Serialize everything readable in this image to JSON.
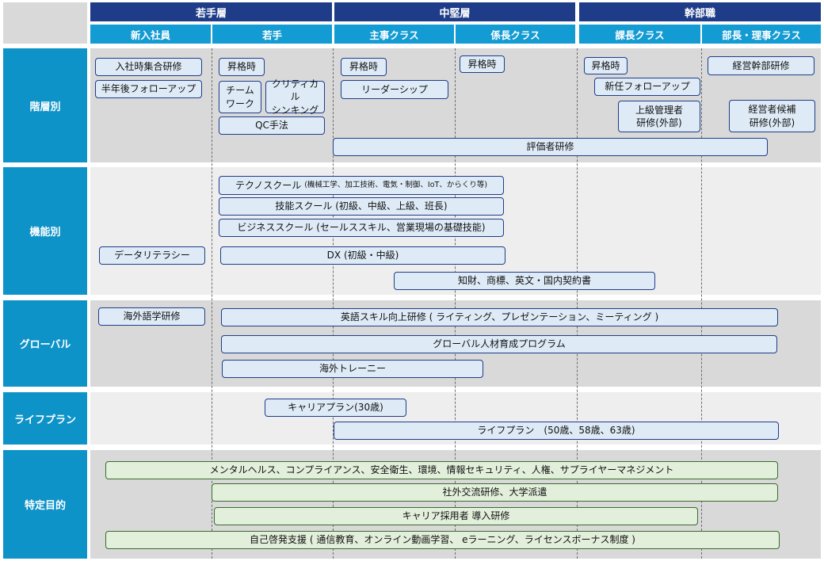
{
  "headers": {
    "top": [
      "若手層",
      "中堅層",
      "幹部職"
    ],
    "sub": [
      "新入社員",
      "若手",
      "主事クラス",
      "係長クラス",
      "課長クラス",
      "部長・理事クラス"
    ]
  },
  "rows": {
    "kaisou": "階層別",
    "kinou": "機能別",
    "global": "グローバル",
    "lifeplan": "ライフプラン",
    "tokutei": "特定目的"
  },
  "programs": {
    "kaisou": {
      "nyusha_shugo": "入社時集合研修",
      "hantoshi_follow": "半年後フォローアップ",
      "shokaku_wakate": "昇格時",
      "teamwork": "チーム\nワーク",
      "critical": "クリティカル\nシンキング",
      "qc": "QC手法",
      "shokaku_shuji": "昇格時",
      "leadership": "リーダーシップ",
      "shokaku_kakaricho": "昇格時",
      "shokaku_kacho": "昇格時",
      "shinnin_follow": "新任フォローアップ",
      "jokyu_kanri": "上級管理者\n研修(外部)",
      "keiei_kanbu": "経営幹部研修",
      "keieisha_kouho": "経営者候補\n研修(外部)",
      "hyoukasha": "評価者研修"
    },
    "kinou": {
      "techno_main": "テクノスクール",
      "techno_detail": "(機械工学、加工技術、電気・制御、IoT、からくり等)",
      "gino": "技能スクール (初級、中級、上級、班長)",
      "business": "ビジネススクール (セールススキル、営業現場の基礎技能)",
      "data_literacy": "データリテラシー",
      "dx": "DX (初級・中級)",
      "chizai": "知財、商標、英文・国内契約書"
    },
    "global": {
      "gaikokugo": "海外語学研修",
      "eigo": "英語スキル向上研修 ( ライティング、プレゼンテーション、ミーティング )",
      "global_jinzai": "グローバル人材育成プログラム",
      "kaigai_trainee": "海外トレーニー"
    },
    "lifeplan": {
      "career30": "キャリアプラン(30歳)",
      "lifeplan_later": "ライフプラン　(50歳、58歳、63歳)"
    },
    "tokutei": {
      "mental": "メンタルヘルス、コンプライアンス、安全衛生、環境、情報セキュリティ、人権、サプライヤーマネジメント",
      "shagai": "社外交流研修、大学派遣",
      "career_saiyo": "キャリア採用者 導入研修",
      "jiko_keihatsu": "自己啓発支援 ( 通信教育、オンライン動画学習、 eラーニング、ライセンスボーナス制度 )"
    }
  },
  "colors": {
    "header_dark": "#1f3c88",
    "header_light": "#139bd3",
    "row_label": "#0e93c8",
    "box_blue": "#deebf7",
    "box_green": "#e2efda"
  }
}
